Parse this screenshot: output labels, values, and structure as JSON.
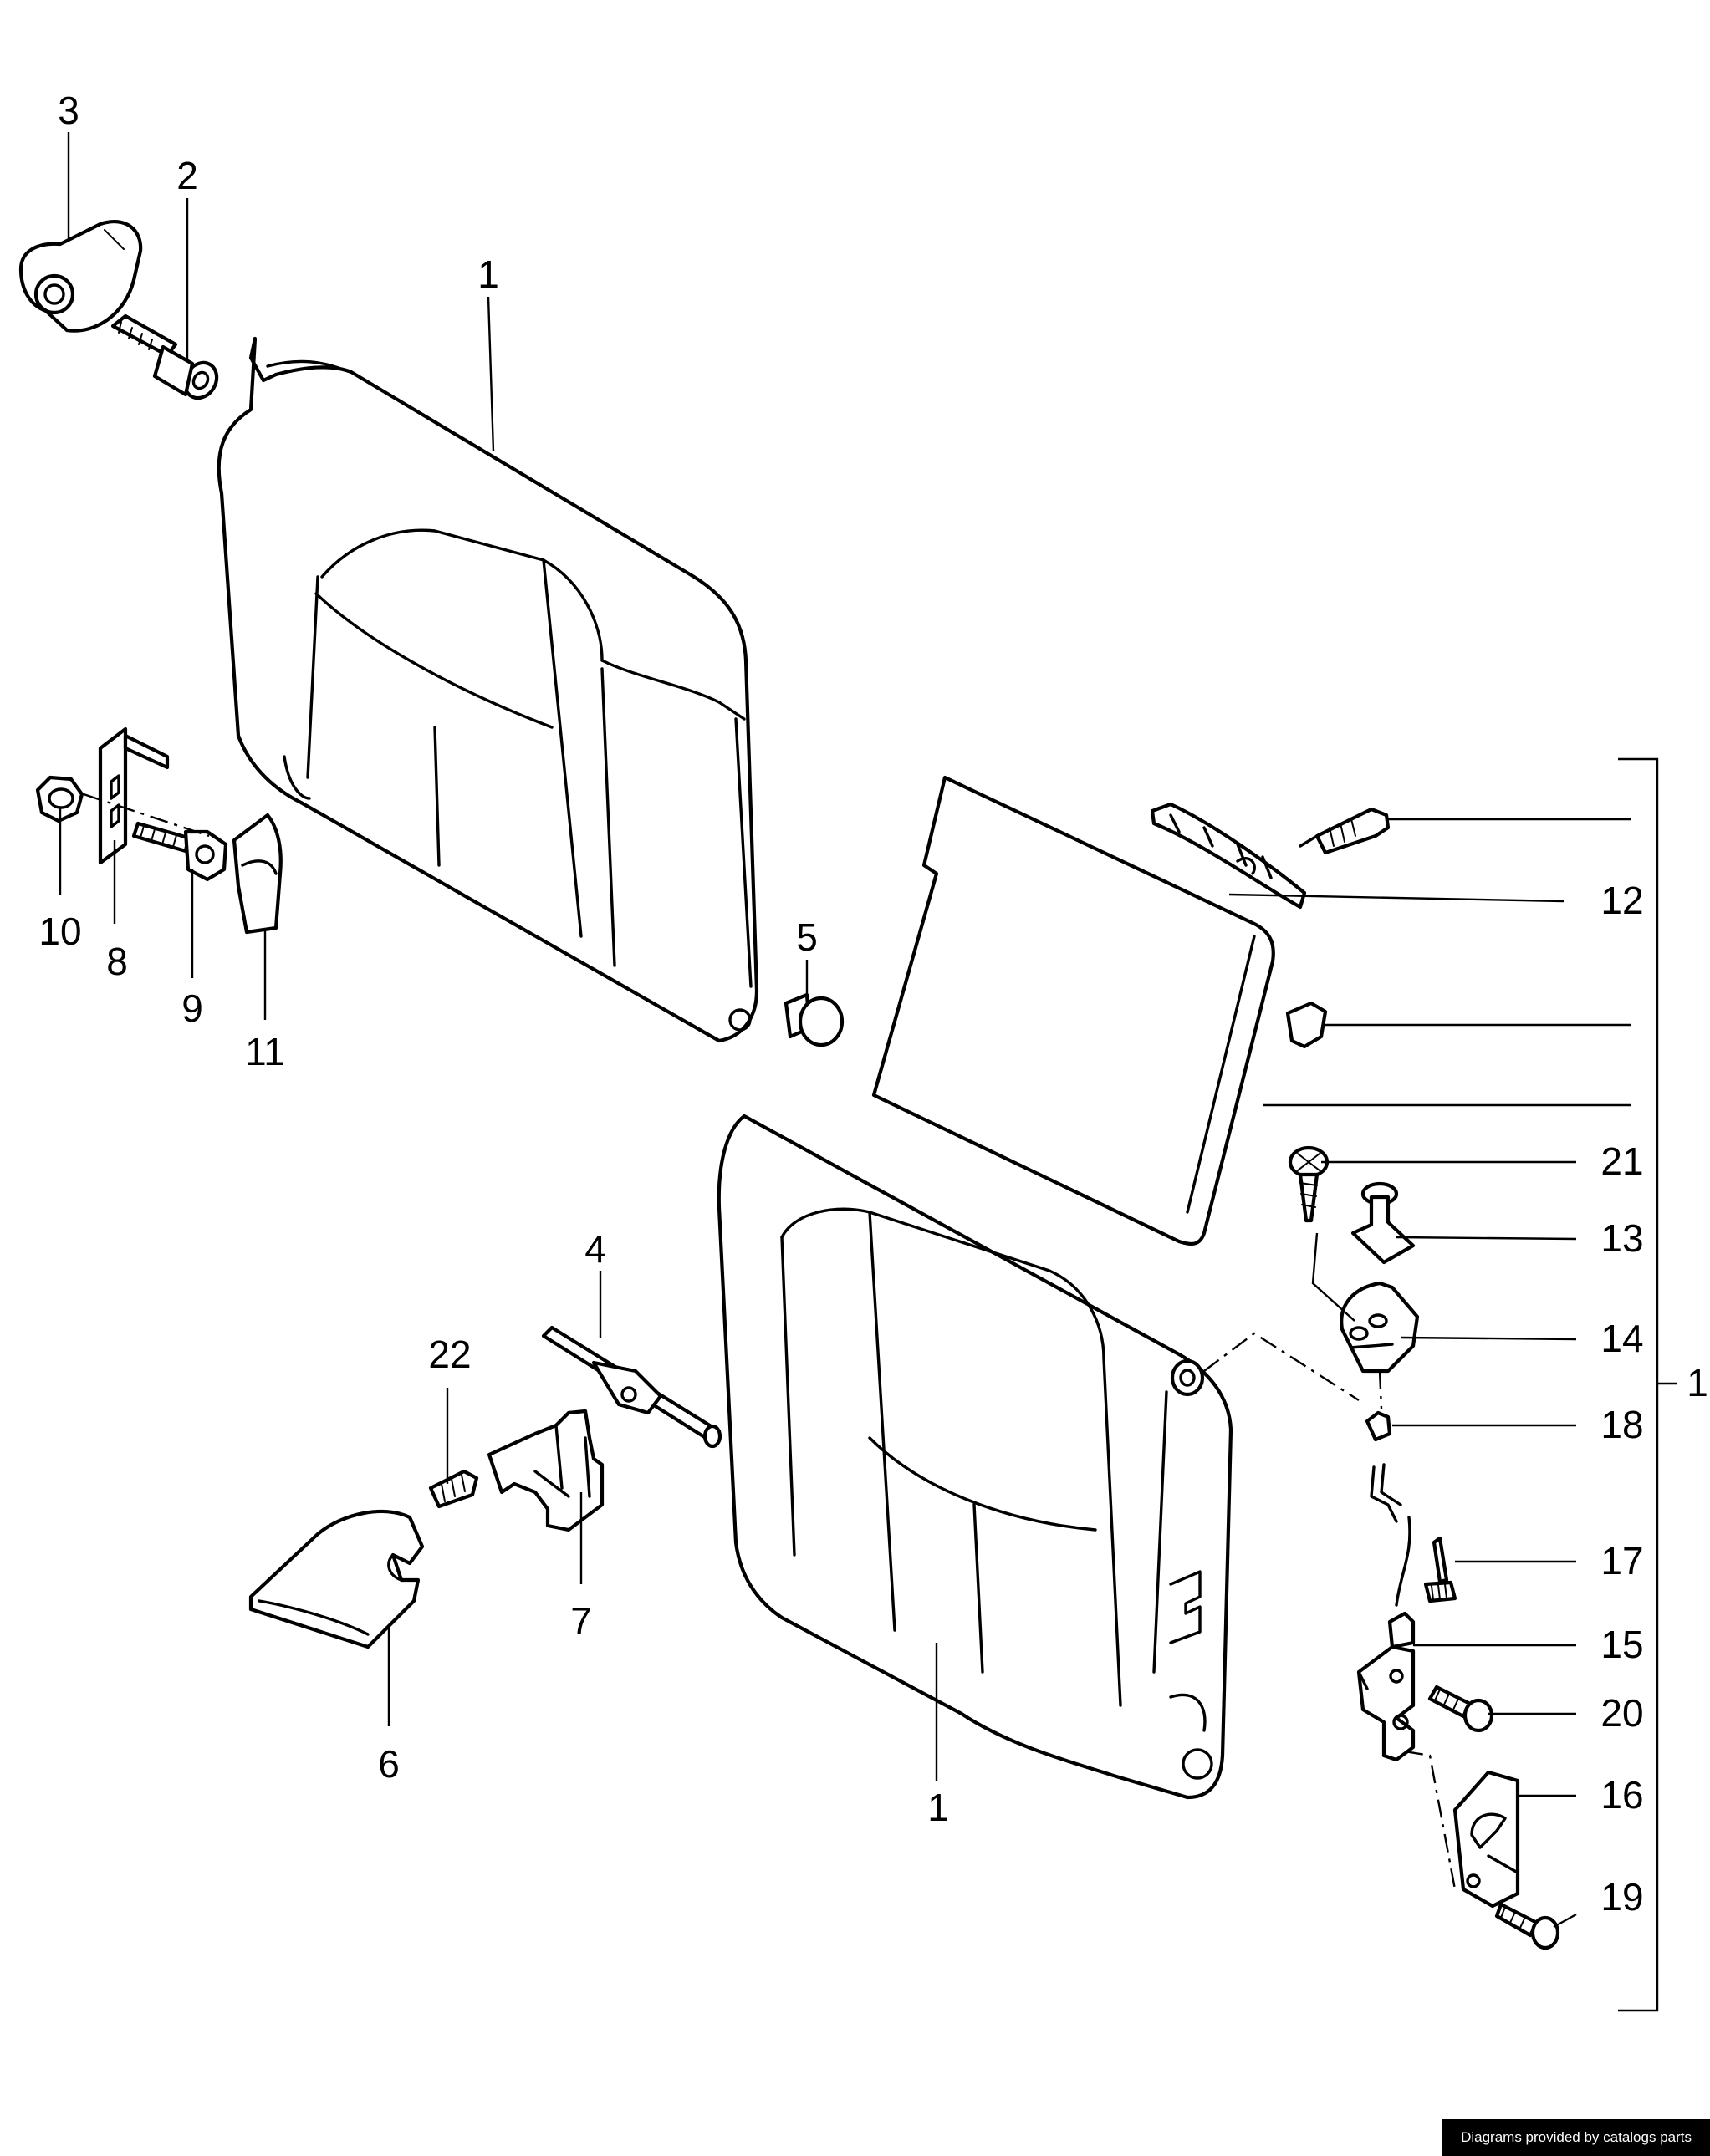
{
  "callouts": {
    "c1_top": "1",
    "c1_bottom": "1",
    "c1_bracket": "1",
    "c2": "2",
    "c3": "3",
    "c4": "4",
    "c5": "5",
    "c6": "6",
    "c7": "7",
    "c8": "8",
    "c9": "9",
    "c10": "10",
    "c11": "11",
    "c12": "12",
    "c13": "13",
    "c14": "14",
    "c15": "15",
    "c16": "16",
    "c17": "17",
    "c18": "18",
    "c19": "19",
    "c20": "20",
    "c21": "21",
    "c22": "22"
  },
  "footer": {
    "credit": "Diagrams provided by catalogs parts"
  }
}
